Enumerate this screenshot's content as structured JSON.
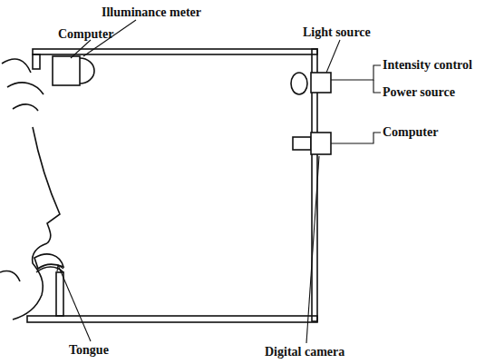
{
  "diagram": {
    "labels": [
      "Illuminance meter",
      "Computer",
      "Light source",
      "Intensity control",
      "Power source",
      "Computer",
      "Tongue",
      "Digital camera"
    ]
  }
}
